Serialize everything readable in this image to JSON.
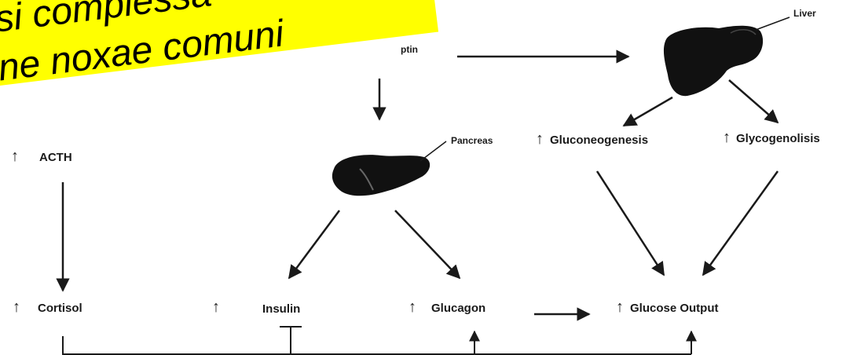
{
  "nodes": {
    "acth": "ACTH",
    "cortisol": "Cortisol",
    "leptin_partial": "ptin",
    "pancreas": "Pancreas",
    "liver": "Liver",
    "gluconeogenesis": "Gluconeogenesis",
    "glycogenolisis": "Glycogenolisis",
    "insulin": "Insulin",
    "glucagon": "Glucagon",
    "glucose_output": "Glucose Output"
  },
  "up_arrow_symbol": "↑",
  "banner": {
    "line1": "si complessa",
    "line2": "une noxae comuni"
  },
  "colors": {
    "banner_bg": "#ffff00",
    "organ_fill": "#111111",
    "line": "#1a1a1a"
  }
}
